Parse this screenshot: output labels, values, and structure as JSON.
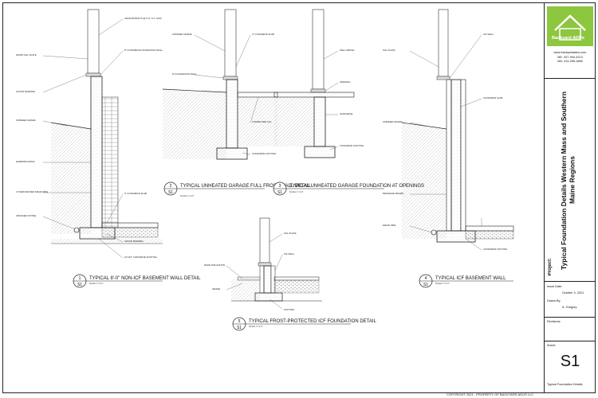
{
  "brand": {
    "logo_text": "Backyard ADUs",
    "line1": "www.backyardadus.com",
    "line2": "ME: 207-994-4213",
    "line3": "MA: 413-258-1866"
  },
  "project": {
    "label": "Project:",
    "title": "Typical Foundation Details Western Mass and Southern Maine Regions"
  },
  "issue": {
    "date_label": "Issue Date:",
    "date_value": "October 3, 2021",
    "drawn_label": "Drawn By:",
    "drawn_value": "A. Gregory"
  },
  "revisions_label": "Revisions:",
  "sheet": {
    "label": "Sheet:",
    "number": "S1",
    "subtitle": "Typical Foundation Details"
  },
  "copyright": "COPYRIGHT 2021 - PROPERTY OF BACKYARD ADUS LLC",
  "details": {
    "d1": {
      "num": "1",
      "sheet": "S1",
      "title": "TYPICAL 8'-0\" NON-ICF BASEMENT WALL DETAIL",
      "scale": "SCALE: 1\"=1'-0\""
    },
    "d2": {
      "num": "2",
      "sheet": "S1",
      "title": "TYPICAL UNHEATED GARAGE FULL FROST WALL DETAIL",
      "scale": "SCALE: 1\"=1'-0\""
    },
    "d3": {
      "num": "3",
      "sheet": "S1",
      "title": "TYPICAL UNHEATED GARAGE FOUNDATION AT OPENINGS",
      "scale": "SCALE: 1\"=1'-0\""
    },
    "d4": {
      "num": "4",
      "sheet": "S1",
      "title": "TYPICAL ICF BASEMENT WALL",
      "scale": "SCALE: 1\"=1'-0\""
    },
    "d5": {
      "num": "5",
      "sheet": "S1",
      "title": "TYPICAL FROST-PROTECTED ICF FOUNDATION DETAIL",
      "scale": "SCALE: 1\"=1'-0\""
    }
  },
  "notes": {
    "n1a": "WOOD SILL PLATE",
    "n1b": "ANCHOR BOLTS @ 6'-0\" O.C. MAX",
    "n1c": "FLOOR FRAMING",
    "n1d": "FINISHED GRADE",
    "n1e": "DAMPPROOFING",
    "n1f": "8\" CONCRETE FOUNDATION WALL",
    "n1g": "4\" PERFORATED DRAIN PIPE",
    "n1h": "CRUSHED STONE",
    "n1i": "4\" CONCRETE SLAB",
    "n1j": "VAPOR BARRIER",
    "n1k": "10\"x20\" CONCRETE FOOTING",
    "n2a": "FINISHED GRADE",
    "n2b": "4\" CONCRETE SLAB",
    "n2c": "COMPACTED FILL",
    "n2d": "8\" FOUNDATION WALL",
    "n2e": "CONCRETE FOOTING",
    "n3a": "WALL ABOVE",
    "n3b": "OPENING",
    "n3c": "SLAB EDGE",
    "n3d": "CONCRETE FOOTING",
    "n4a": "SILL PLATE",
    "n4b": "ICF WALL",
    "n4c": "FINISHED GRADE",
    "n4d": "DRAINAGE BOARD",
    "n4e": "CONCRETE SLAB",
    "n4f": "DRAIN PIPE",
    "n4g": "CONCRETE FOOTING",
    "n5a": "SILL PLATE",
    "n5b": "ICF WALL",
    "n5c": "RIGID INSULATION",
    "n5d": "GRADE",
    "n5e": "FOOTING"
  }
}
